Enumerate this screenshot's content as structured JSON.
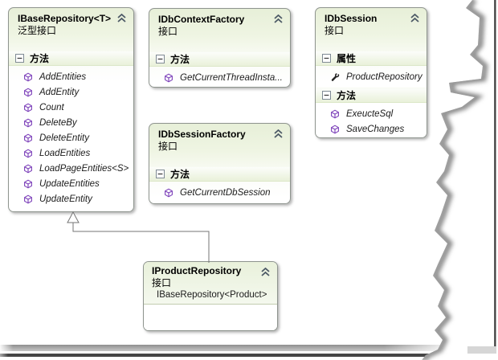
{
  "diagram": {
    "classes": [
      {
        "title": "IBaseRepository<T>",
        "subtitle": "泛型接口",
        "sections": [
          {
            "label": "方法",
            "items": [
              {
                "name": "AddEntities"
              },
              {
                "name": "AddEntity"
              },
              {
                "name": "Count"
              },
              {
                "name": "DeleteBy"
              },
              {
                "name": "DeleteEntity"
              },
              {
                "name": "LoadEntities"
              },
              {
                "name": "LoadPageEntities<S>"
              },
              {
                "name": "UpdateEntities"
              },
              {
                "name": "UpdateEntity"
              }
            ]
          }
        ]
      },
      {
        "title": "IDbContextFactory",
        "subtitle": "接口",
        "sections": [
          {
            "label": "方法",
            "items": [
              {
                "name": "GetCurrentThreadInsta..."
              }
            ]
          }
        ]
      },
      {
        "title": "IDbSession",
        "subtitle": "接口",
        "sections": [
          {
            "label": "属性",
            "items": [
              {
                "name": "ProductRepository"
              }
            ]
          },
          {
            "label": "方法",
            "items": [
              {
                "name": "ExeucteSql"
              },
              {
                "name": "SaveChanges"
              }
            ]
          }
        ]
      },
      {
        "title": "IDbSessionFactory",
        "subtitle": "接口",
        "sections": [
          {
            "label": "方法",
            "items": [
              {
                "name": "GetCurrentDbSession"
              }
            ]
          }
        ]
      },
      {
        "title": "IProductRepository",
        "subtitle": "接口",
        "inherits": "IBaseRepository<Product>"
      }
    ],
    "relationships": [
      {
        "from": "IProductRepository",
        "to": "IBaseRepository<T>",
        "type": "inheritance"
      }
    ]
  },
  "icons": {
    "method": "purple-cube-interface-member",
    "property": "black-wrench",
    "collapse_section": "minus-box",
    "collapse_shape": "double-chevron-up",
    "inherits": "right-arrow"
  },
  "colors": {
    "shape_header_green": "#e7efd8",
    "shape_border": "#8f958f",
    "method_icon_purple": "#7b3fb8",
    "connector_gray": "#757575",
    "window_bar_dark": "#454545"
  }
}
